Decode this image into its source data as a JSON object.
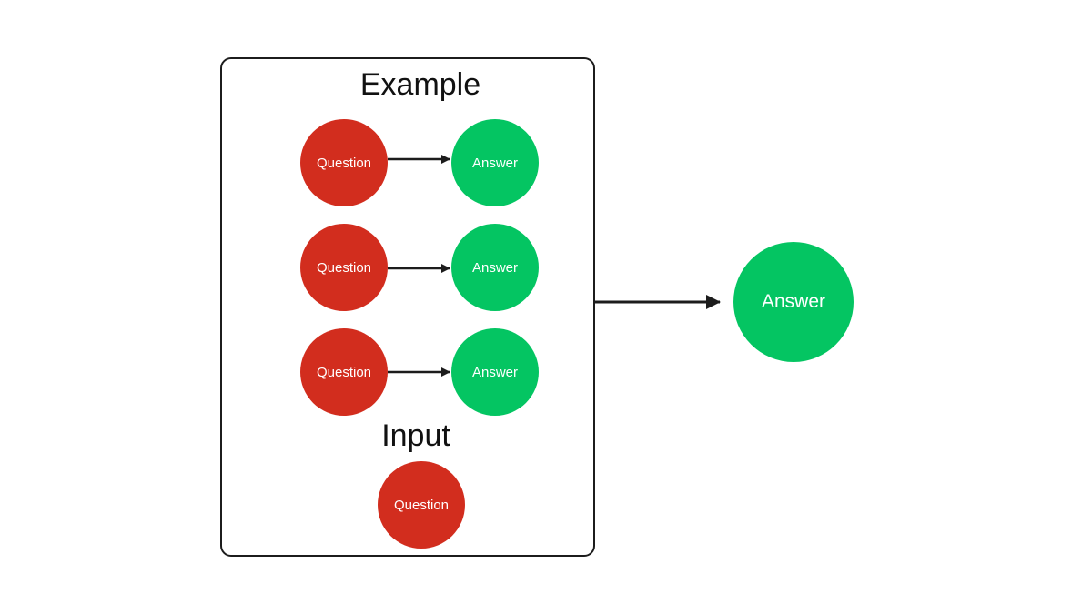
{
  "diagram": {
    "example_title": "Example",
    "input_title": "Input",
    "pairs": [
      {
        "question": "Question",
        "answer": "Answer"
      },
      {
        "question": "Question",
        "answer": "Answer"
      },
      {
        "question": "Question",
        "answer": "Answer"
      }
    ],
    "input_question": "Question",
    "output_answer": "Answer"
  },
  "colors": {
    "question": "#d22d1e",
    "answer": "#04c562",
    "stroke": "#1c1c1c"
  }
}
